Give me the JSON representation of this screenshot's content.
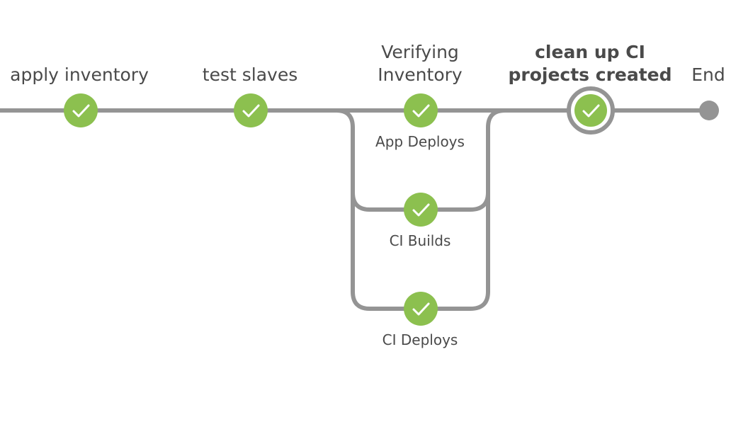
{
  "pipeline": {
    "stages": [
      {
        "label": "apply inventory",
        "status": "success"
      },
      {
        "label": "test slaves",
        "status": "success"
      },
      {
        "label": "Verifying\nInventory",
        "status": "success",
        "branches": [
          {
            "label": "App Deploys",
            "status": "success"
          },
          {
            "label": "CI Builds",
            "status": "success"
          },
          {
            "label": "CI Deploys",
            "status": "success"
          }
        ]
      },
      {
        "label": "clean up CI\nprojects created",
        "status": "success",
        "selected": true
      }
    ],
    "end_label": "End"
  },
  "colors": {
    "success": "#8cc04f",
    "connector": "#949494",
    "selected_ring": "#949494",
    "label_text": "#4a4a4a",
    "check": "#ffffff"
  }
}
